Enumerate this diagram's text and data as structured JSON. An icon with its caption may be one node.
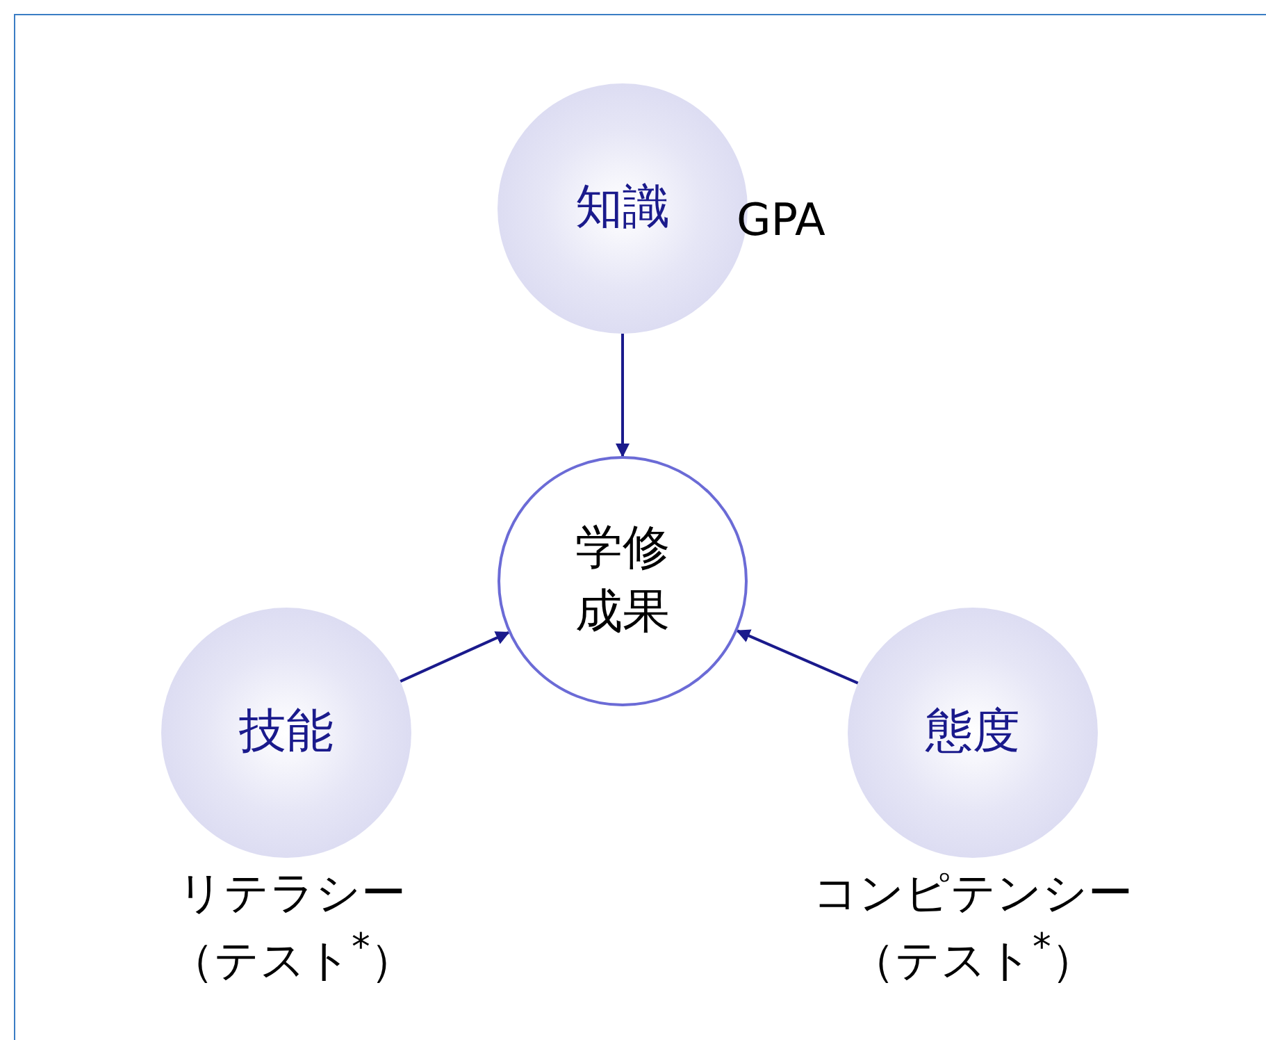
{
  "diagram": {
    "nodes": [
      {
        "text": [
          "知識"
        ],
        "beside": [
          "GPA"
        ]
      },
      {
        "text": [
          "学修成果"
        ]
      },
      {
        "text": [
          "技能"
        ],
        "beside": [
          "リテラシー",
          "（テスト$^{*}$）"
        ]
      },
      {
        "text": [
          "態度"
        ],
        "beside": [
          "コンピテンシー",
          "（テスト$^{*}$）"
        ]
      }
    ],
    "edges": [
      {
        "from": 0,
        "to": 1,
        "arrow": "to"
      },
      {
        "from": 2,
        "to": 1,
        "arrow": "to"
      },
      {
        "from": 3,
        "to": 1,
        "arrow": "to"
      }
    ]
  }
}
